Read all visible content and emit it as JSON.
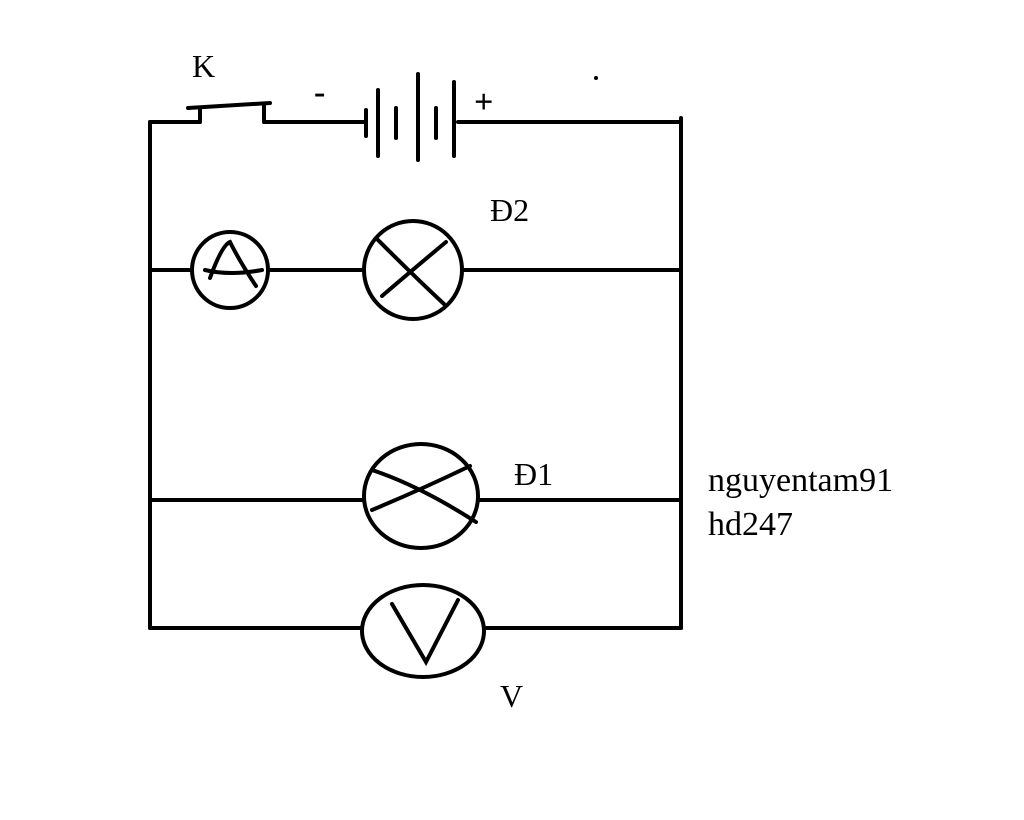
{
  "labels": {
    "switch": "K",
    "battery_negative": "-",
    "battery_positive": "+",
    "lamp_top": "Đ2",
    "lamp_bottom": "Đ1",
    "voltmeter": "V"
  },
  "watermark": {
    "line1": "nguyentam91",
    "line2": "hd247"
  },
  "colors": {
    "wire": "#000000",
    "background": "#ffffff"
  }
}
